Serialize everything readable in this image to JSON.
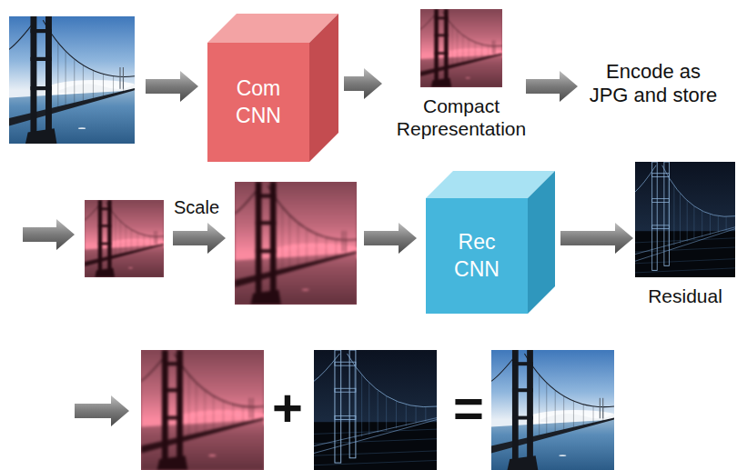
{
  "diagram": {
    "nodes": [
      {
        "text": [
          "Com CNN"
        ]
      },
      {
        "text": [
          "Compact Representation"
        ]
      },
      {
        "text": [
          "Rec CNN"
        ]
      },
      {
        "text": [
          "Residual"
        ]
      }
    ],
    "edges": [
      {
        "from": 0,
        "to": 1,
        "arrow": "to"
      },
      {
        "from": 2,
        "to": 3,
        "arrow": "to"
      }
    ],
    "labels": [
      "Encode as JPG and store",
      "Scale",
      "+",
      "="
    ]
  }
}
